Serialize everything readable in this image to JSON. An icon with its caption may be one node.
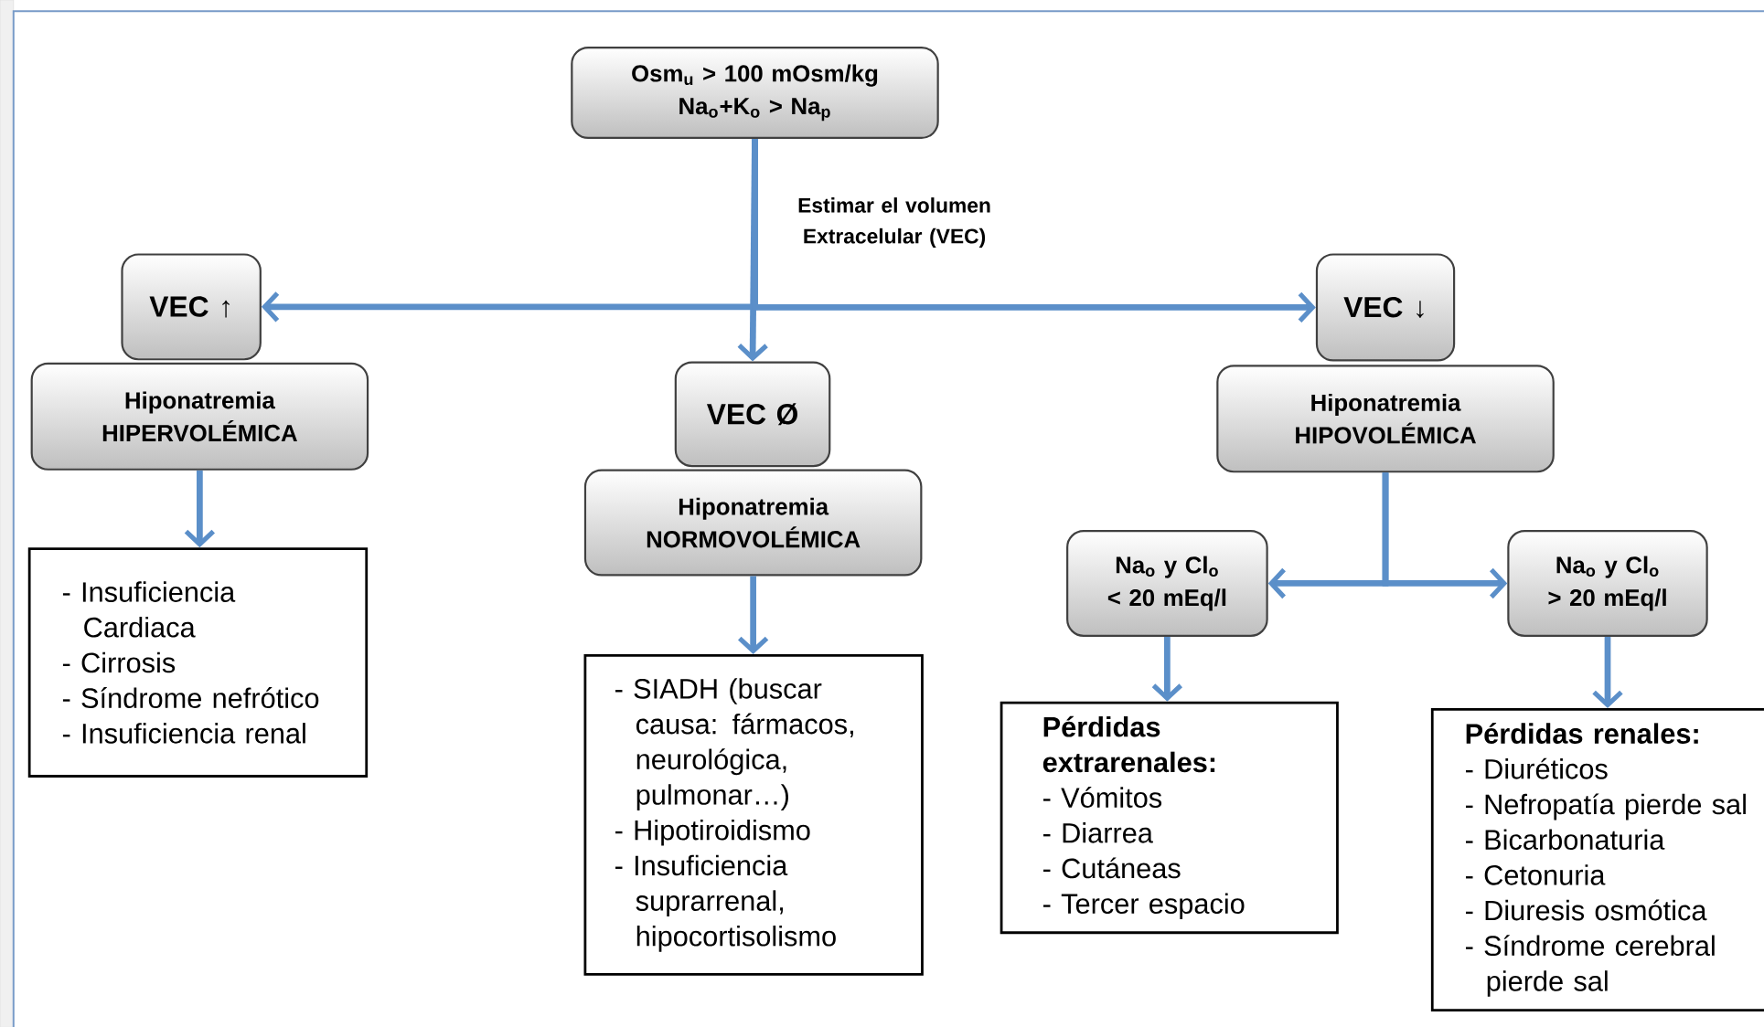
{
  "diagram": {
    "nodes": [
      {
        "text": [
          "Osm$_{u}$ > 100 mOsm/kg",
          "Na$_{o}$+K$_{o}$ > Na$_{p}$"
        ]
      },
      {
        "text": [
          "VEC ↑"
        ]
      },
      {
        "text": [
          "Hiponatremia HIPERVOLÉMICA"
        ]
      },
      {
        "text": [
          "- Insuficiencia Cardiaca",
          "- Cirrosis",
          "- Síndrome nefrótico",
          "- Insuficiencia renal"
        ]
      },
      {
        "text": [
          "VEC Ø"
        ]
      },
      {
        "text": [
          "Hiponatremia NORMOVOLÉMICA"
        ]
      },
      {
        "text": [
          "- SIADH (buscar causa: fármacos, neurológica, pulmonar…)",
          "- Hipotiroidismo",
          "- Insuficiencia suprarrenal, hipocortisolismo"
        ]
      },
      {
        "text": [
          "VEC ↓"
        ]
      },
      {
        "text": [
          "Hiponatremia HIPOVOLÉMICA"
        ]
      },
      {
        "text": [
          "Na$_{o}$ y Cl$_{o}$",
          "< 20 mEq/l"
        ]
      },
      {
        "text": [
          "Na$_{o}$ y Cl$_{o}$",
          "> 20 mEq/l"
        ]
      },
      {
        "text": [
          "Pérdidas extrarenales:",
          "- Vómitos",
          "- Diarrea",
          "- Cutáneas",
          "- Tercer espacio"
        ]
      },
      {
        "text": [
          "Pérdidas renales:",
          "- Diuréticos",
          "- Nefropatía pierde sal",
          "- Bicarbonaturia",
          "- Cetonuria",
          "- Diuresis osmótica",
          "- Síndrome cerebral pierde sal"
        ]
      }
    ],
    "edges": [
      {
        "from": 0,
        "to": 4,
        "arrow": "to",
        "label": "Estimar el volumen Extracelular (VEC)"
      },
      {
        "from": 0,
        "to": 1,
        "arrow": "to"
      },
      {
        "from": 0,
        "to": 7,
        "arrow": "to"
      },
      {
        "from": 2,
        "to": 3,
        "arrow": "to"
      },
      {
        "from": 5,
        "to": 6,
        "arrow": "to"
      },
      {
        "from": 8,
        "to": 9,
        "arrow": "to"
      },
      {
        "from": 8,
        "to": 10,
        "arrow": "to"
      },
      {
        "from": 9,
        "to": 11,
        "arrow": "to"
      },
      {
        "from": 10,
        "to": 12,
        "arrow": "to"
      }
    ]
  }
}
